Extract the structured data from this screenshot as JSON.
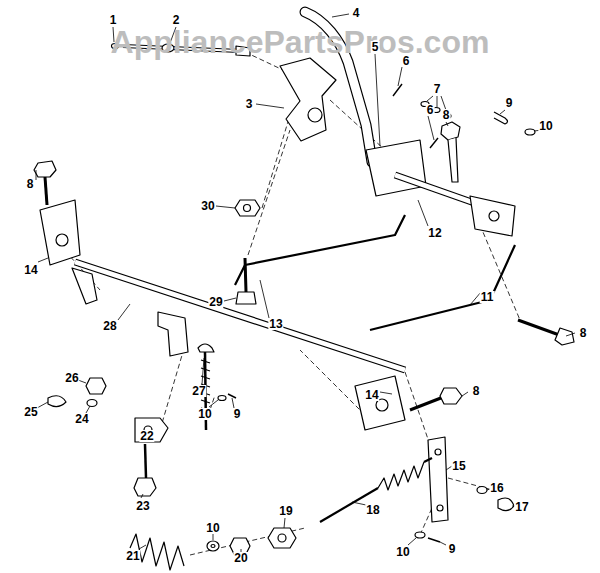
{
  "diagram": {
    "labels": [
      "AppliancePartsPros.com",
      "1",
      "2",
      "3",
      "4",
      "5",
      "6",
      "7",
      "6",
      "8",
      "9",
      "10",
      "30",
      "29",
      "8",
      "14",
      "28",
      "13",
      "12",
      "11",
      "8",
      "26",
      "25",
      "24",
      "22",
      "23",
      "27",
      "10",
      "9",
      "14",
      "8",
      "15",
      "16",
      "17",
      "18",
      "10",
      "9",
      "21",
      "10",
      "20",
      "19"
    ]
  }
}
